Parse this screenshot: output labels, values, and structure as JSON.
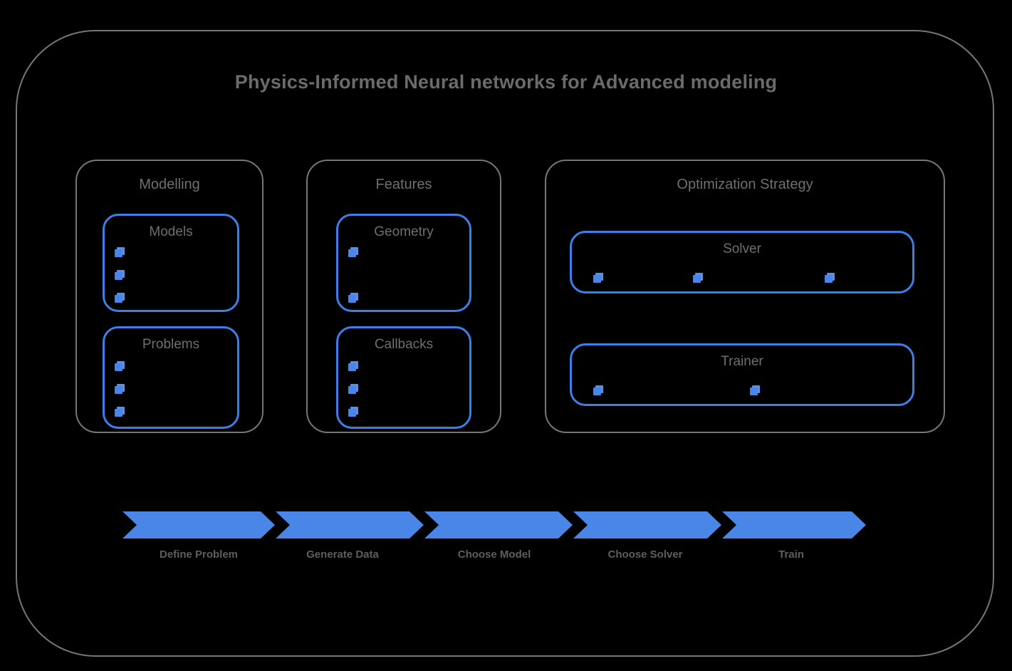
{
  "diagram": {
    "title": "Physics-Informed Neural networks for Advanced modeling",
    "accent_color": "#4a86e8",
    "frame_color": "#767676",
    "text_color": "#6b6b6b",
    "groups": [
      {
        "id": "modelling",
        "label": "Modelling",
        "panels": [
          {
            "id": "models",
            "label": "Models",
            "marker_count": 3
          },
          {
            "id": "problems",
            "label": "Problems",
            "marker_count": 3
          }
        ]
      },
      {
        "id": "features",
        "label": "Features",
        "panels": [
          {
            "id": "geometry",
            "label": "Geometry",
            "marker_count": 2
          },
          {
            "id": "callbacks",
            "label": "Callbacks",
            "marker_count": 3
          }
        ]
      },
      {
        "id": "optimization",
        "label": "Optimization Strategy",
        "panels": [
          {
            "id": "solver",
            "label": "Solver",
            "marker_count": 3
          },
          {
            "id": "trainer",
            "label": "Trainer",
            "marker_count": 2
          }
        ]
      }
    ],
    "pipeline": {
      "steps": [
        {
          "label": "Define Problem"
        },
        {
          "label": "Generate Data"
        },
        {
          "label": "Choose Model"
        },
        {
          "label": "Choose Solver"
        },
        {
          "label": "Train"
        }
      ]
    }
  }
}
